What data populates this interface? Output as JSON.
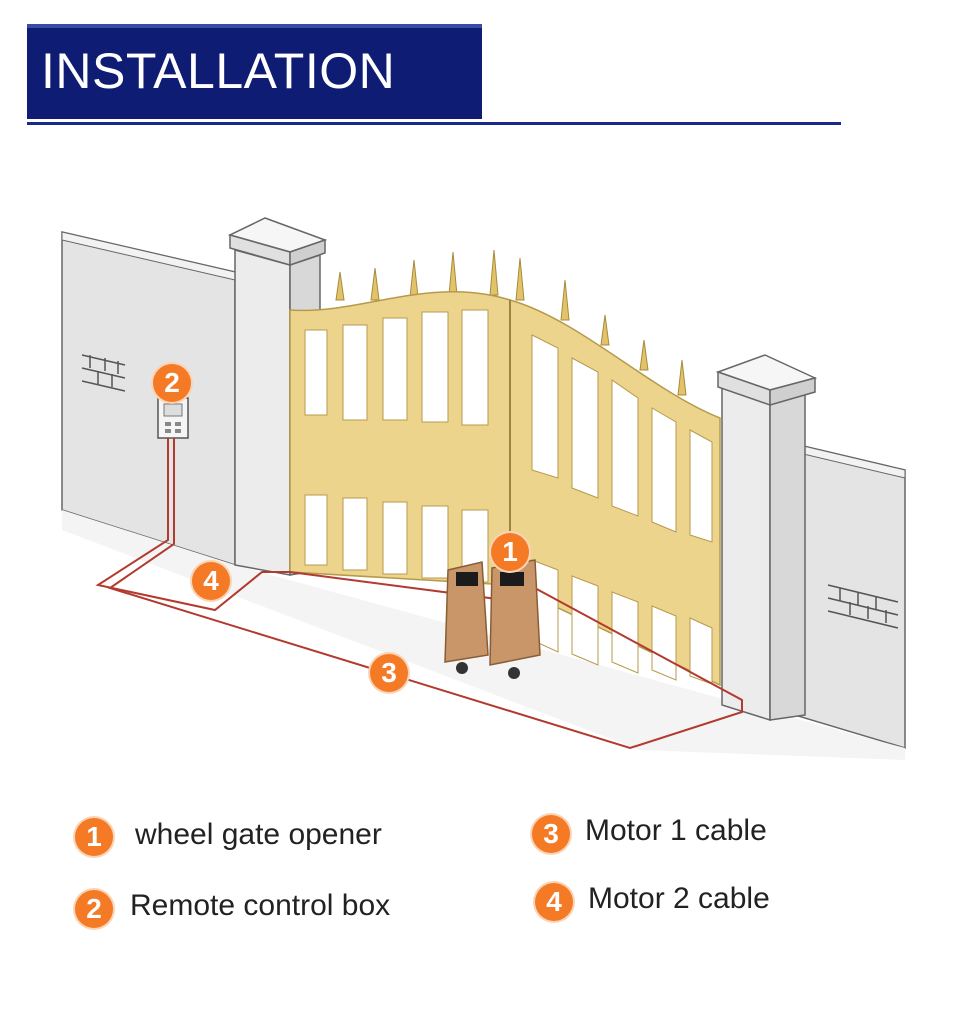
{
  "header": {
    "title": "INSTALLATION"
  },
  "callouts": [
    {
      "number": "1"
    },
    {
      "number": "2"
    },
    {
      "number": "3"
    },
    {
      "number": "4"
    }
  ],
  "legend": [
    {
      "number": "1",
      "label": "wheel gate opener"
    },
    {
      "number": "2",
      "label": "Remote control box"
    },
    {
      "number": "3",
      "label": "Motor 1 cable"
    },
    {
      "number": "4",
      "label": "Motor 2 cable"
    }
  ],
  "colors": {
    "banner": "#0e1d73",
    "badge": "#f47a25",
    "gate": "#edd48c",
    "cable": "#b33a2e",
    "motor": "#c9966a"
  }
}
